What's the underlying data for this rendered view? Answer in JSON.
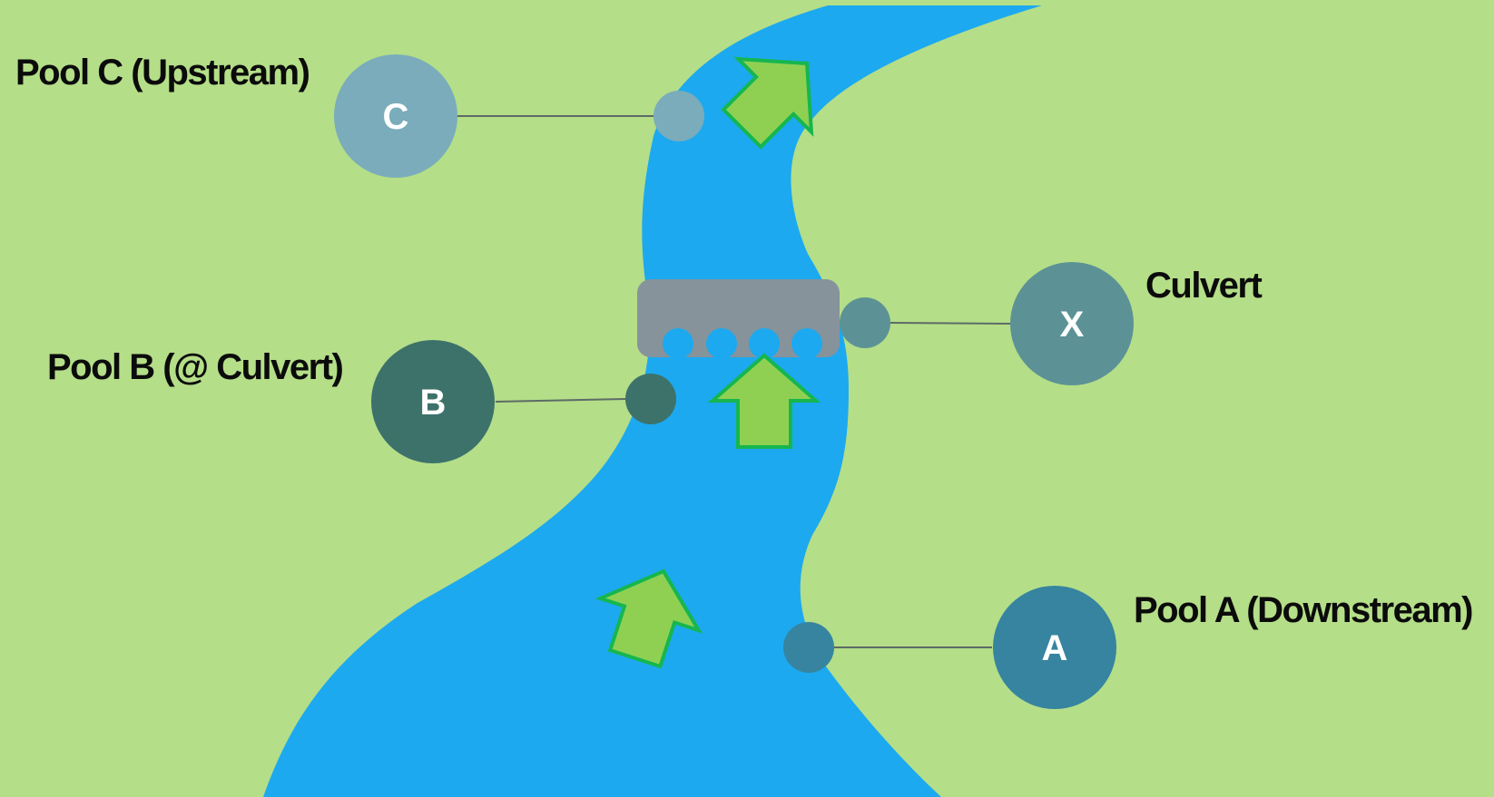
{
  "markers": [
    {
      "id": "c",
      "letter": "C",
      "label": "Pool C (Upstream)",
      "color": "#7aacbb"
    },
    {
      "id": "b",
      "letter": "B",
      "label": "Pool B (@ Culvert)",
      "color": "#3d726b"
    },
    {
      "id": "x",
      "letter": "X",
      "label": "Culvert",
      "color": "#5c9296"
    },
    {
      "id": "a",
      "letter": "A",
      "label": "Pool A (Downstream)",
      "color": "#36849f"
    }
  ],
  "colors": {
    "land": "#b4de88",
    "river": "#1ca9ef",
    "culvert": "#86939b",
    "arrow_fill": "#8fd053",
    "arrow_stroke": "#16b64e",
    "leader_line": "#5c6b66"
  },
  "icons": {
    "flow_arrow": "arrow-up-icon",
    "culvert": "culvert-icon"
  }
}
